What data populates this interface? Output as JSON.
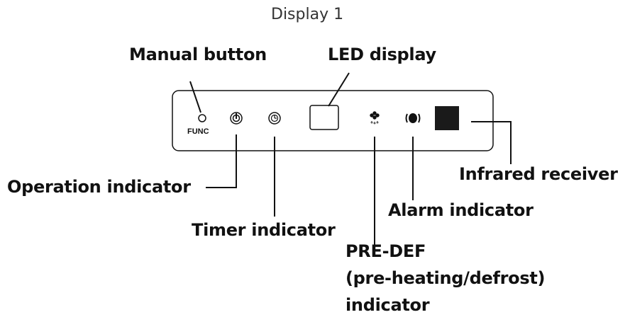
{
  "title": "Display 1",
  "labels": {
    "manual_button": "Manual button",
    "led_display": "LED display",
    "operation_indicator": "Operation indicator",
    "timer_indicator": "Timer indicator",
    "pre_def_line1": "PRE-DEF",
    "pre_def_line2": "(pre-heating/defrost)",
    "pre_def_line3": "indicator",
    "alarm_indicator": "Alarm indicator",
    "infrared_receiver": "Infrared receiver",
    "func": "FUNC"
  },
  "icons": {
    "manual_button": "small-circle-icon",
    "operation": "power-icon",
    "timer": "clock-icon",
    "led": "led-screen-icon",
    "pre_def": "snowflake-drops-icon",
    "alarm": "alarm-icon",
    "receiver": "infrared-receiver-icon"
  },
  "colors": {
    "line": "#111111",
    "receiver": "#1a1a1a"
  }
}
